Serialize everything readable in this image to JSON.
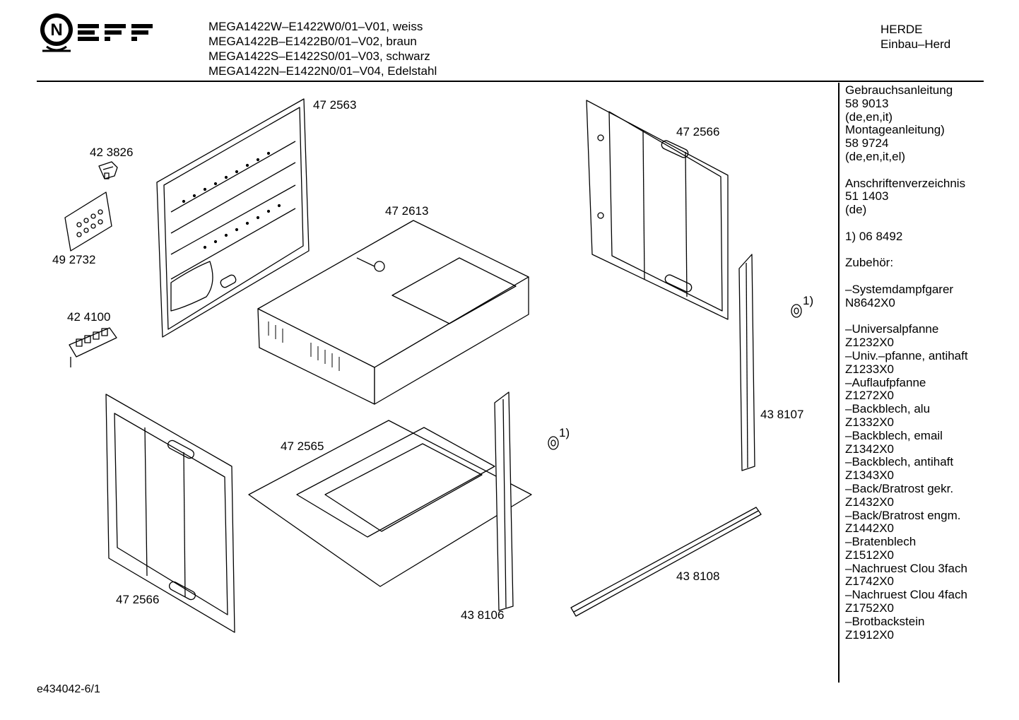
{
  "header": {
    "brand": "NEFF",
    "models": [
      "MEGA1422W–E1422W0/01–V01, weiss",
      "MEGA1422B–E1422B0/01–V02, braun",
      "MEGA1422S–E1422S0/01–V03, schwarz",
      "MEGA1422N–E1422N0/01–V04, Edelstahl"
    ],
    "category": [
      "HERDE",
      "Einbau–Herd"
    ]
  },
  "sidebar": {
    "lines": [
      "Gebrauchsanleitung",
      "58 9013",
      "(de,en,it)",
      "Montageanleitung)",
      "58 9724",
      "(de,en,it,el)",
      "",
      "Anschriftenverzeichnis",
      "51 1403",
      "(de)",
      "",
      "1) 06 8492",
      "",
      "Zubehör:",
      "",
      "–Systemdampfgarer",
      "N8642X0",
      "",
      "–Universalpfanne",
      "Z1232X0",
      "–Univ.–pfanne, antihaft",
      "Z1233X0",
      "–Auflaufpfanne",
      "Z1272X0",
      "–Backblech, alu",
      "Z1332X0",
      "–Backblech, email",
      "Z1342X0",
      "–Backblech, antihaft",
      "Z1343X0",
      "–Back/Bratrost gekr.",
      "Z1432X0",
      "–Back/Bratrost engm.",
      "Z1442X0",
      "–Bratenblech",
      "Z1512X0",
      "–Nachruest Clou 3fach",
      "Z1742X0",
      "–Nachruest Clou 4fach",
      "Z1752X0",
      "–Brotbackstein",
      "Z1912X0"
    ]
  },
  "parts": {
    "p472563": "47 2563",
    "p423826": "42 3826",
    "p492732": "49 2732",
    "p424100": "42 4100",
    "p472613": "47 2613",
    "p472566_right": "47 2566",
    "p472566_left": "47 2566",
    "p472565": "47 2565",
    "p438106": "43 8106",
    "p438107": "43 8107",
    "p438108": "43 8108",
    "note1_right": "1)",
    "note1_center": "1)"
  },
  "footer": {
    "doc_code": "e434042-6/1"
  }
}
